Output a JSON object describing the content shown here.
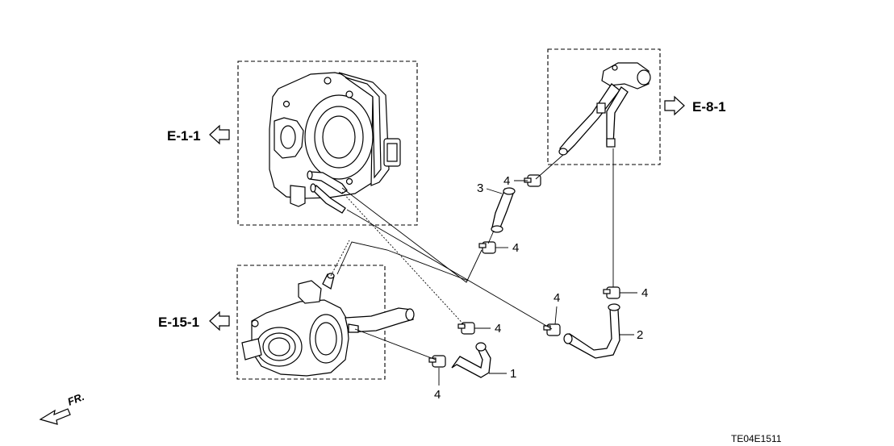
{
  "refs": {
    "throttle_body": "E-1-1",
    "thermostat_housing": "E-15-1",
    "bypass_pipe": "E-8-1"
  },
  "callouts": {
    "c1": "1",
    "c2": "2",
    "c3": "3",
    "c4_top": "4",
    "c4_upper_mid": "4",
    "c4_right": "4",
    "c4_mid": "4",
    "c4_lower": "4",
    "c4_bottom": "4"
  },
  "diagram_code": "TE04E1511",
  "direction_label": "FR."
}
